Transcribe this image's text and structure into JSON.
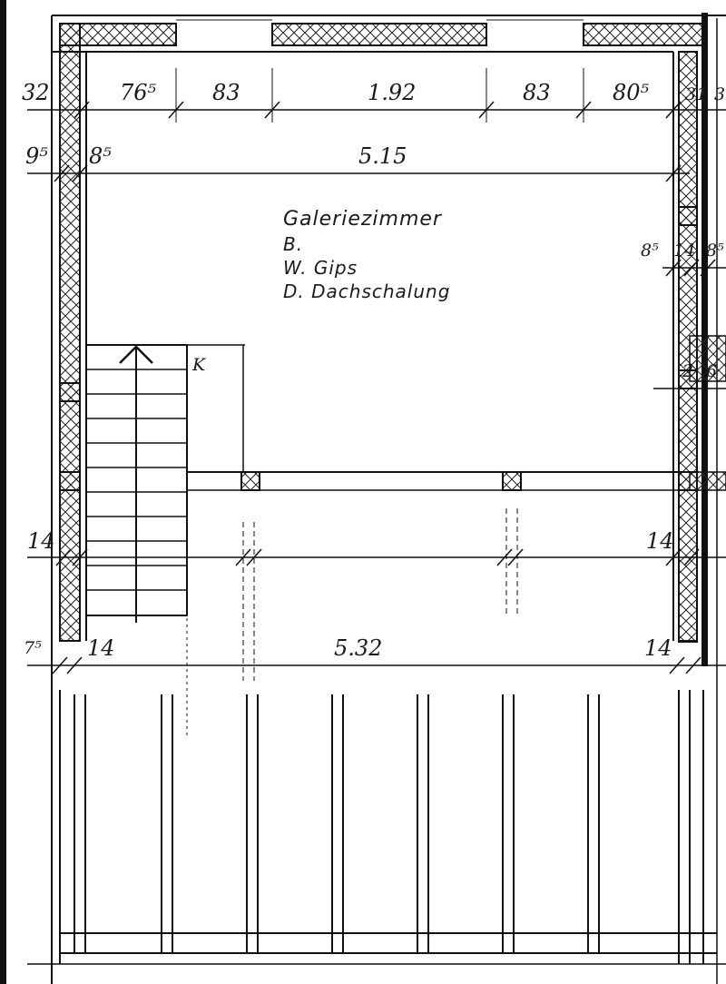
{
  "plan": {
    "room": {
      "name": "Galeriezimmer",
      "floor": "B.",
      "walls": "W. Gips",
      "ceiling": "D. Dachschalung"
    },
    "stair_mark": "K",
    "dims_top": {
      "left_wall": "32",
      "seg_1": "76⁵",
      "seg_2": "83",
      "window_width": "1.92",
      "seg_4": "83",
      "seg_5": "80⁵",
      "right_wall": "31",
      "right_edge": "3"
    },
    "dims_interior": {
      "left_outer": "9⁵",
      "left_inner": "8⁵",
      "width": "5.15"
    },
    "dims_right": {
      "a": "8⁵",
      "b": "14",
      "c": "8⁵",
      "d": "2",
      "e": "6"
    },
    "dims_middle": {
      "left": "14",
      "right": "14"
    },
    "dims_bottom": {
      "left_outer": "7⁵",
      "left_inner": "14",
      "width": "5.32",
      "right": "14"
    }
  }
}
